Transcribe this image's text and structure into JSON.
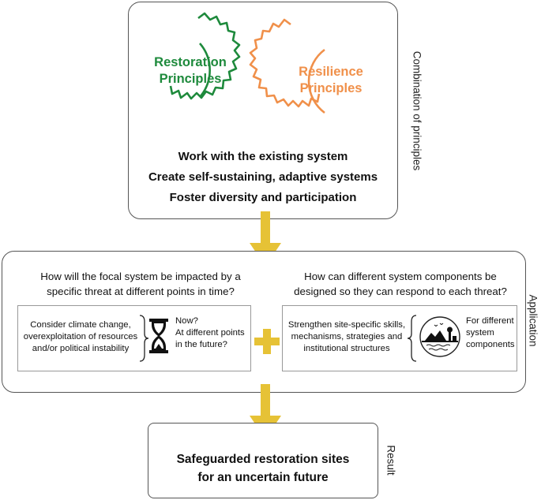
{
  "colors": {
    "restoration_green": "#1e8a3c",
    "resilience_orange": "#f0904a",
    "arrow_gold": "#e6c236",
    "border_gray": "#555555"
  },
  "top_box": {
    "restoration_label_line1": "Restoration",
    "restoration_label_line2": "Principles",
    "resilience_label_line1": "Resilience",
    "resilience_label_line2": "Principles",
    "principles": [
      "Work with the existing system",
      "Create self-sustaining, adaptive systems",
      "Foster diversity and participation"
    ],
    "side_label": "Combination of principles"
  },
  "middle_box": {
    "side_label": "Application",
    "left_question_line1": "How will the focal system be impacted by a",
    "left_question_line2": "specific threat at different points in time?",
    "right_question_line1": "How can different system components be",
    "right_question_line2": "designed so they can respond to each threat?",
    "left_panel": {
      "text_lines": [
        "Consider climate change,",
        "overexploitation of resources",
        "and/or political instability"
      ],
      "time_lines": [
        "Now?",
        "At different points",
        "in the future?"
      ]
    },
    "right_panel": {
      "text_lines": [
        "Strengthen site-specific skills,",
        "mechanisms, strategies and",
        "institutional structures"
      ],
      "component_lines": [
        "For different",
        "system",
        "components"
      ]
    }
  },
  "bottom_box": {
    "side_label": "Result",
    "result_line1": "Safeguarded restoration sites",
    "result_line2": "for an uncertain future"
  },
  "icons": [
    "restoration-gear-icon",
    "resilience-gear-icon",
    "hourglass-icon",
    "plus-icon",
    "landscape-icon",
    "left-brace-icon",
    "right-brace-icon",
    "down-arrow-icon"
  ]
}
